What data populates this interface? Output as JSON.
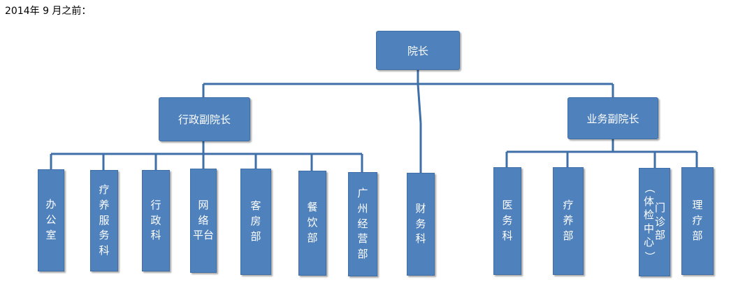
{
  "caption": "2014年 9 月之前：",
  "top": {
    "label": "院长"
  },
  "vp_admin": {
    "label": "行政副院长"
  },
  "vp_business": {
    "label": "业务副院长"
  },
  "admin_units": [
    {
      "label": "办公室"
    },
    {
      "label": "疗养服务科"
    },
    {
      "label": "行政科"
    },
    {
      "label": "网络平台"
    },
    {
      "label": "客房部"
    },
    {
      "label": "餐饮部"
    },
    {
      "label": "广州经营部"
    }
  ],
  "finance": {
    "label": "财务科"
  },
  "business_units": [
    {
      "label": "医务科"
    },
    {
      "label": "疗养部"
    },
    {
      "label": "门诊部（体检中心）",
      "col1": "门诊部",
      "col2": "（体检中心）"
    },
    {
      "label": "理疗部"
    }
  ],
  "colors": {
    "box_fill": "#4f81bd",
    "box_text": "#ffffff",
    "connector": "#3f6fa8"
  }
}
